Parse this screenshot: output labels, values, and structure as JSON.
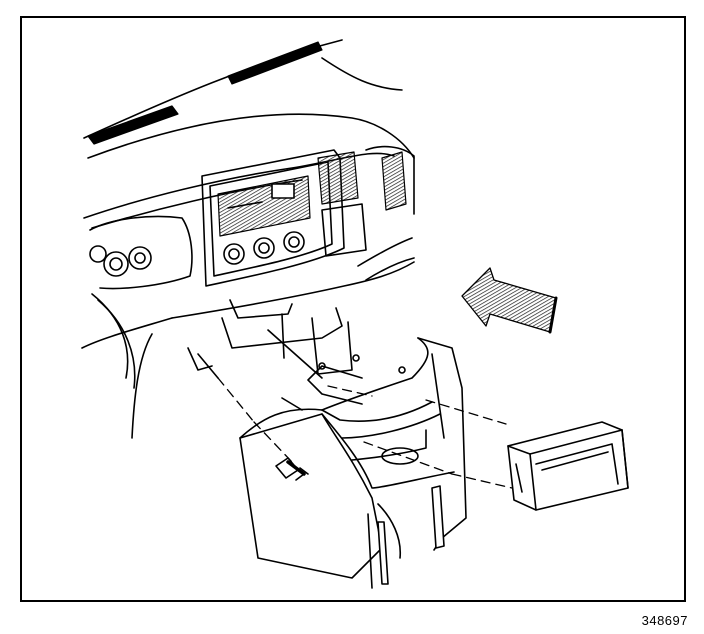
{
  "figure": {
    "number": "348697"
  },
  "colors": {
    "line": "#000000",
    "background": "#ffffff",
    "hatch": "#1a1a1a"
  },
  "parts": [
    {
      "icon": "instrument-panel-drawing"
    },
    {
      "icon": "floor-console-drawing"
    },
    {
      "icon": "storage-bin-drawing"
    },
    {
      "icon": "fastener-bolt-drawing"
    },
    {
      "icon": "direction-arrow-icon"
    }
  ]
}
